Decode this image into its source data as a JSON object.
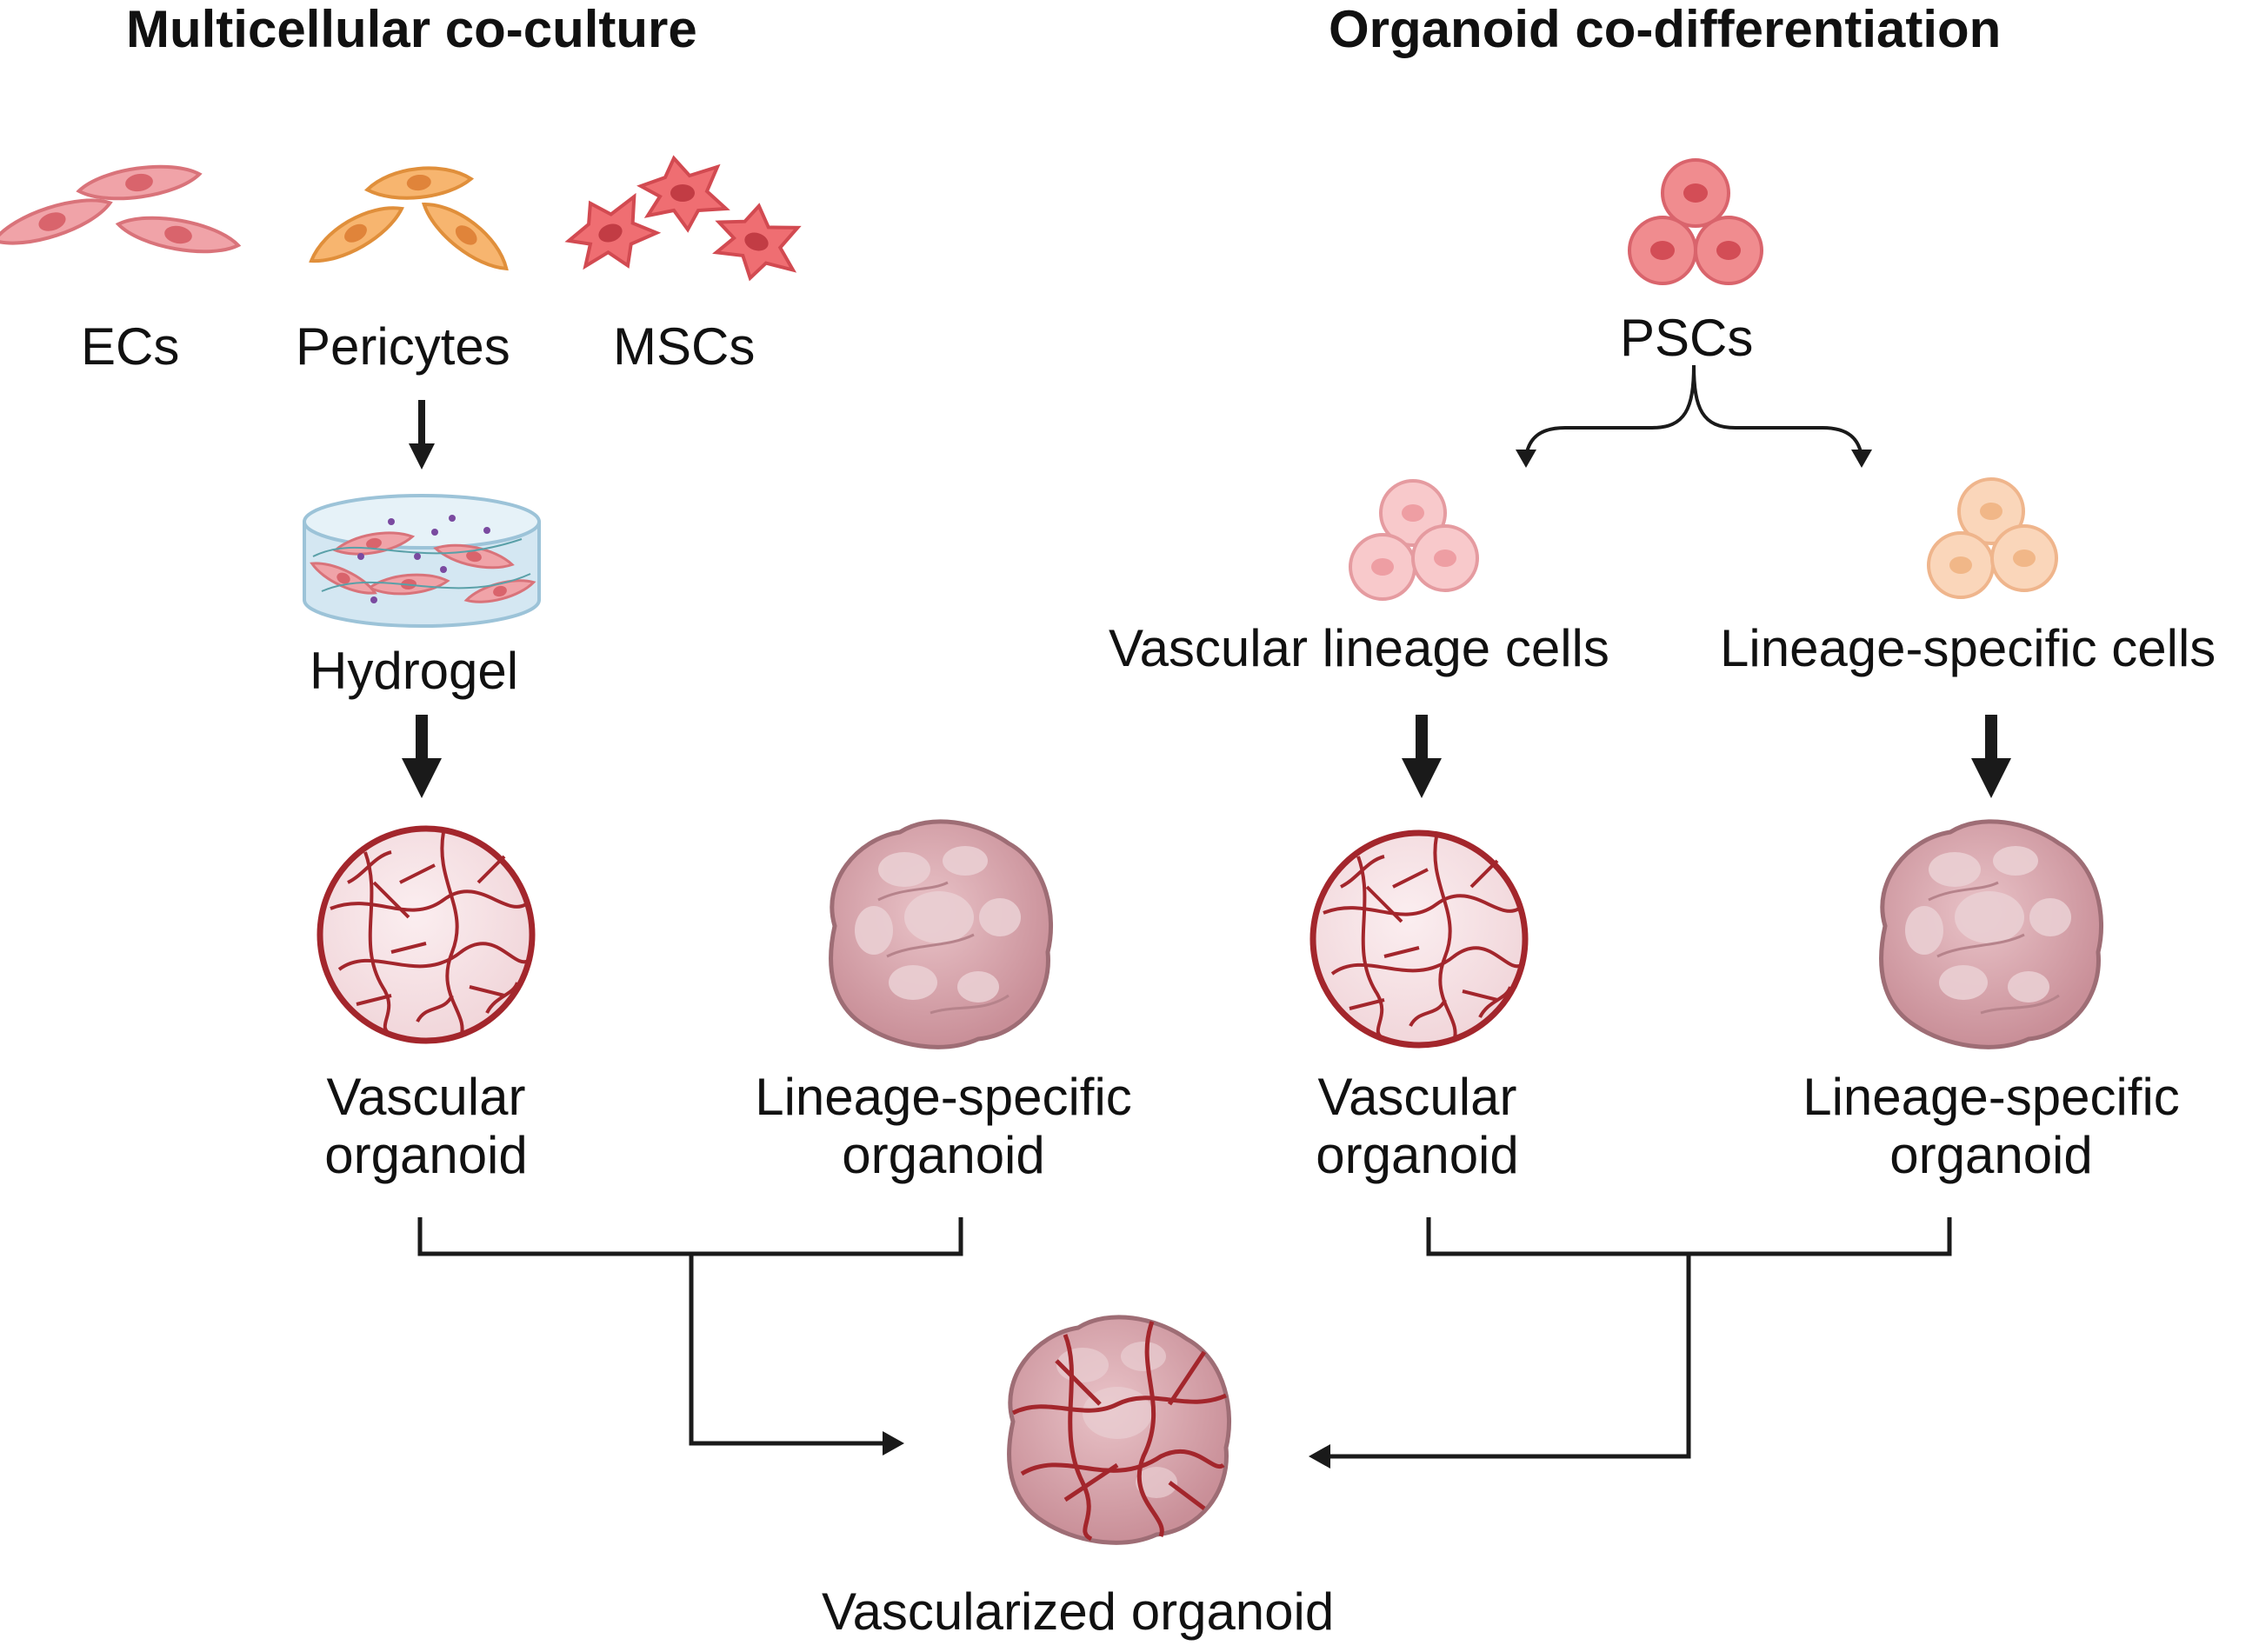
{
  "left_panel": {
    "title": "Multicellular co-culture",
    "cell_types": [
      {
        "label": "ECs",
        "icon": "endothelial-cells-icon",
        "color": "#e88a90"
      },
      {
        "label": "Pericytes",
        "icon": "pericytes-icon",
        "color": "#f5ab62"
      },
      {
        "label": "MSCs",
        "icon": "mscs-icon",
        "color": "#ea5a5f"
      }
    ],
    "hydrogel": "Hydrogel",
    "vascular_organoid": [
      "Vascular",
      "organoid"
    ],
    "lineage_organoid": [
      "Lineage-specific",
      "organoid"
    ]
  },
  "right_panel": {
    "title": "Organoid co-differentiation",
    "stem_cells": "PSCs",
    "vascular_cells": "Vascular lineage cells",
    "lineage_cells": "Lineage-specific cells",
    "vascular_organoid": [
      "Vascular",
      "organoid"
    ],
    "lineage_organoid": [
      "Lineage-specific",
      "organoid"
    ]
  },
  "result": "Vascularized organoid",
  "colors": {
    "vessel": "#a3262c",
    "organoid_fill": "#d9a9b0",
    "organoid_edge": "#9e6d75",
    "arrow": "#1a1a1a",
    "psc_fill": "#ec7b7f",
    "vascular_cell_fill": "#f4b7b9",
    "lineage_cell_fill": "#f7caa5"
  }
}
